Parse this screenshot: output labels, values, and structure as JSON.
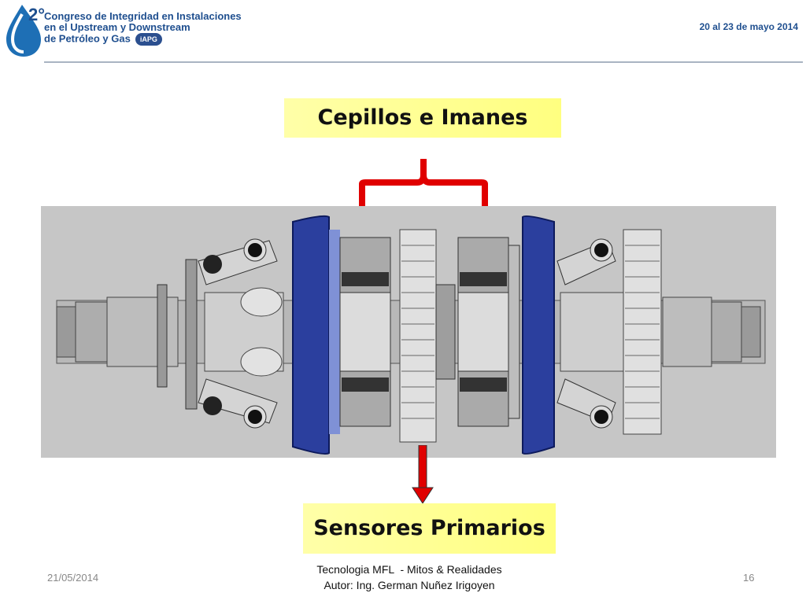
{
  "header": {
    "logo_number": "2°",
    "logo_lines": [
      "Congreso de Integridad en Instalaciones",
      "en el Upstream y Downstream",
      "de Petróleo y Gas"
    ],
    "logo_badge": "iAPG",
    "event_dates": "20 al 23 de mayo 2014"
  },
  "slide": {
    "label_top": "Cepillos e Imanes",
    "label_bottom": "Sensores Primarios",
    "figure_icon": "mfl-inspection-pig-diagram",
    "accent_color": "#e00000",
    "disc_color": "#2b3f9e"
  },
  "footer": {
    "date": "21/05/2014",
    "title_line1": "Tecnologia MFL  - Mitos & Realidades",
    "title_line2": "Autor: Ing. German Nuñez Irigoyen",
    "page_number": "16"
  }
}
